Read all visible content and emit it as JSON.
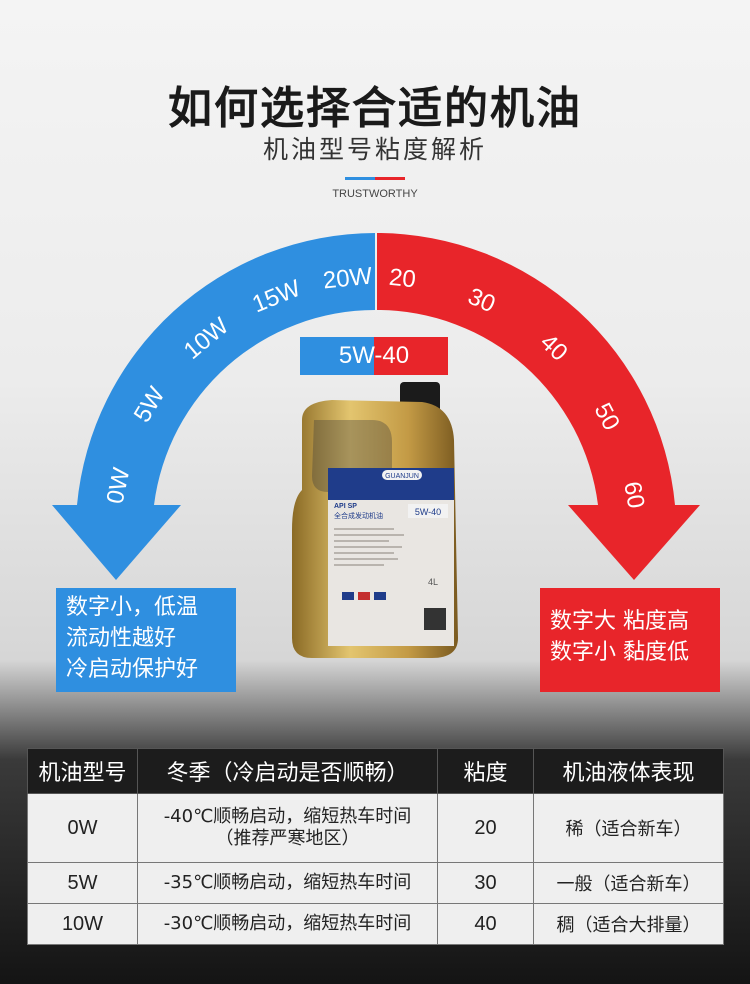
{
  "title": "如何选择合适的机油",
  "subtitle": "机油型号粘度解析",
  "tagline": "TRUSTWORTHY",
  "winter_grades": [
    "0W",
    "5W",
    "10W",
    "15W",
    "20W"
  ],
  "hot_grades": [
    "20",
    "30",
    "40",
    "50",
    "60"
  ],
  "badge": "5W-40",
  "product": {
    "brand": "GUANJUN",
    "api": "API SP",
    "name": "全合成发动机油",
    "grade": "5W-40",
    "volume": "4L"
  },
  "notes": {
    "left": [
      "数字小，低温",
      "流动性越好",
      "冷启动保护好"
    ],
    "right": [
      "数字大 粘度高",
      "数字小 黏度低"
    ]
  },
  "colors": {
    "blue": "#2f8fe0",
    "red": "#e8252a",
    "gold": "#c9a24a"
  },
  "table": {
    "headers": [
      "机油型号",
      "冬季（冷启动是否顺畅）",
      "粘度",
      "机油液体表现"
    ],
    "rows": [
      {
        "grade": "0W",
        "desc": [
          "-40℃顺畅启动，缩短热车时间",
          "（推荐严寒地区）"
        ],
        "viscosity": "20",
        "behavior": "稀（适合新车）"
      },
      {
        "grade": "5W",
        "desc": [
          "-35℃顺畅启动，缩短热车时间"
        ],
        "viscosity": "30",
        "behavior": "一般（适合新车）"
      },
      {
        "grade": "10W",
        "desc": [
          "-30℃顺畅启动，缩短热车时间"
        ],
        "viscosity": "40",
        "behavior": "稠（适合大排量）"
      }
    ]
  }
}
